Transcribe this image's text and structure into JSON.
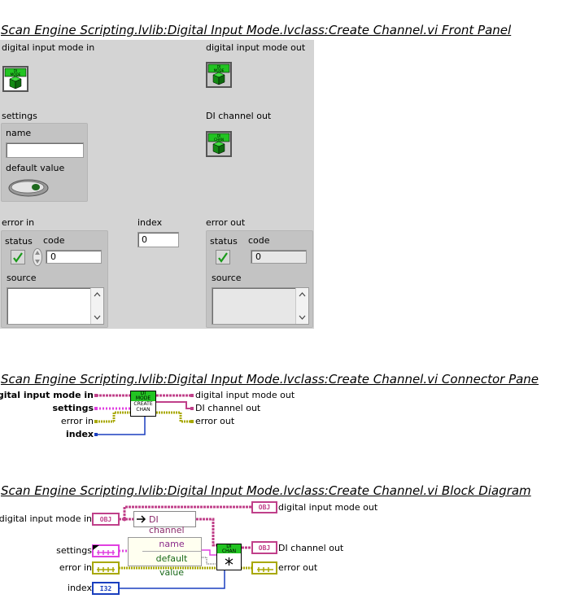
{
  "front_panel": {
    "title": "Scan Engine Scripting.lvlib:Digital Input Mode.lvclass:Create Channel.vi Front Panel",
    "digital_input_mode_in_label": "digital input mode in",
    "digital_input_mode_out_label": "digital input mode out",
    "settings_label": "settings",
    "name_label": "name",
    "name_value": "",
    "default_value_label": "default value",
    "di_channel_out_label": "DI channel out",
    "error_in_label": "error in",
    "index_label": "index",
    "index_value": "0",
    "error_out_label": "error out",
    "status_label": "status",
    "code_label": "code",
    "code_value": "0",
    "source_label": "source",
    "icon_di_mode": [
      "DI",
      "MODE"
    ],
    "icon_di_chan": [
      "DI",
      "CHAN"
    ]
  },
  "connector_pane": {
    "title": "Scan Engine Scripting.lvlib:Digital Input Mode.lvclass:Create Channel.vi Connector Pane",
    "inputs": [
      "digital input mode in",
      "settings",
      "error in",
      "index"
    ],
    "outputs": [
      "digital input mode out",
      "DI channel out",
      "error out"
    ],
    "icon_lines": [
      "DI",
      "MODE",
      "CREATE",
      "CHAN"
    ]
  },
  "block_diagram": {
    "title": "Scan Engine Scripting.lvlib:Digital Input Mode.lvclass:Create Channel.vi Block Diagram",
    "inputs": [
      "digital input mode in",
      "settings",
      "error in",
      "index"
    ],
    "outputs": [
      "digital input mode out",
      "DI channel out",
      "error out"
    ],
    "di_channel_node": "DI channel",
    "bundle_fields": [
      "name",
      "default value"
    ],
    "term_obj": "OBJ",
    "term_i32": "I32",
    "icon_lines": [
      "DI",
      "CHAN"
    ]
  },
  "colors": {
    "class_wire": "#c0408a",
    "cluster_wire": "#e040e0",
    "error_wire": "#a8a800",
    "i32_wire": "#1a3fbf",
    "icon_green": "#22c422"
  }
}
